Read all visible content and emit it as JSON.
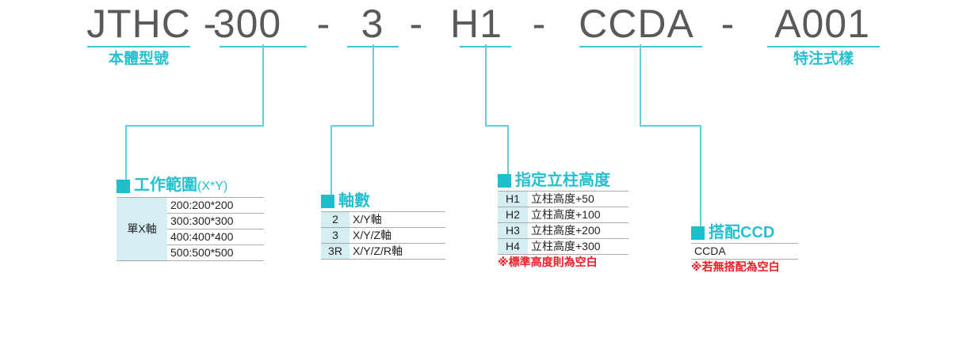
{
  "model_number": {
    "segments": [
      {
        "text": "JTHC",
        "caption": "本體型號"
      },
      {
        "text": "300",
        "caption": ""
      },
      {
        "text": "3",
        "caption": ""
      },
      {
        "text": "H1",
        "caption": ""
      },
      {
        "text": "CCDA",
        "caption": ""
      },
      {
        "text": "A001",
        "caption": "特注式樣"
      }
    ],
    "separator": "-"
  },
  "colors": {
    "accent": "#1fbecd",
    "accent_line": "#5ecfdb",
    "model_text": "#58595b",
    "cell_shade": "#d4eef2",
    "footnote_red": "#ee1c25",
    "border": "#a7a9ac"
  },
  "groups": {
    "working_range": {
      "title": "工作範圍",
      "title_sub": "(X*Y)",
      "row_label": "單X軸",
      "values": [
        "200:200*200",
        "300:300*300",
        "400:400*400",
        "500:500*500"
      ]
    },
    "axis_count": {
      "title": "軸數",
      "rows": [
        {
          "code": "2",
          "desc": "X/Y軸"
        },
        {
          "code": "3",
          "desc": "X/Y/Z軸"
        },
        {
          "code": "3R",
          "desc": "X/Y/Z/R軸"
        }
      ]
    },
    "column_height": {
      "title": "指定立柱高度",
      "rows": [
        {
          "code": "H1",
          "desc": "立柱高度+50"
        },
        {
          "code": "H2",
          "desc": "立柱高度+100"
        },
        {
          "code": "H3",
          "desc": "立柱高度+200"
        },
        {
          "code": "H4",
          "desc": "立柱高度+300"
        }
      ],
      "footnote": "※標準高度則為空白"
    },
    "ccd": {
      "title": "搭配CCD",
      "rows": [
        {
          "code": "CCDA"
        }
      ],
      "footnote": "※若無搭配為空白"
    }
  }
}
